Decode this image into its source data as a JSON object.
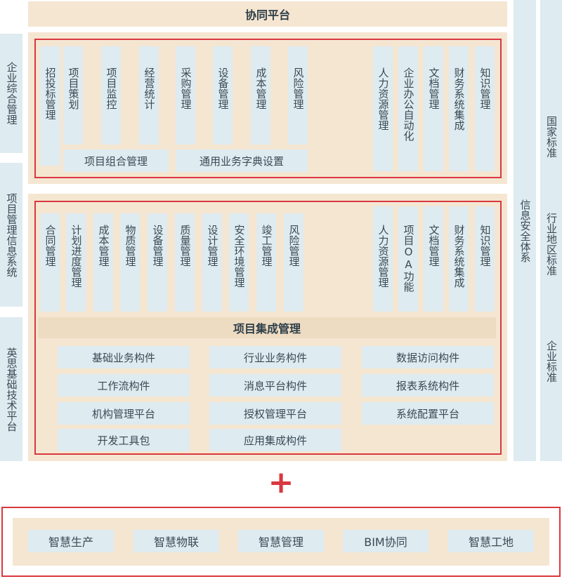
{
  "top_bar": {
    "label": "协同平台"
  },
  "left_labels": [
    "企业综合管理",
    "项目管理信息系统",
    "英思基础技术平台"
  ],
  "right_column": {
    "label": "信息安全体系"
  },
  "far_right_labels": [
    "国家标准",
    "行业地区标准",
    "企业标准"
  ],
  "enterprise_section": {
    "modules_left": [
      "招投标管理",
      "项目策划",
      "项目监控",
      "经营统计",
      "采购管理",
      "设备管理",
      "成本管理",
      "风险管理"
    ],
    "modules_right": [
      "人力资源管理",
      "企业办公自动化",
      "文档管理",
      "财务系统集成",
      "知识管理"
    ],
    "bottom_items": [
      "项目组合管理",
      "通用业务字典设置"
    ]
  },
  "project_section": {
    "modules_left": [
      "合同管理",
      "计划进度管理",
      "成本管理",
      "物质管理",
      "设备管理",
      "质量管理",
      "设计管理",
      "安全环境管理",
      "竣工管理",
      "风险管理"
    ],
    "modules_right": [
      "人力资源管理",
      "项目OA功能",
      "文档管理",
      "财务系统集成",
      "知识管理"
    ],
    "integration_bar": "项目集成管理"
  },
  "platform_section": {
    "col1": [
      "基础业务构件",
      "工作流构件",
      "机构管理平台",
      "开发工具包"
    ],
    "col2": [
      "行业业务构件",
      "消息平台构件",
      "授权管理平台",
      "应用集成构件"
    ],
    "col3": [
      "数据访问构件",
      "报表系统构件",
      "系统配置平台"
    ]
  },
  "plus_symbol": "+",
  "smart_items": [
    "智慧生产",
    "智慧物联",
    "智慧管理",
    "BIM协同",
    "智慧工地"
  ]
}
